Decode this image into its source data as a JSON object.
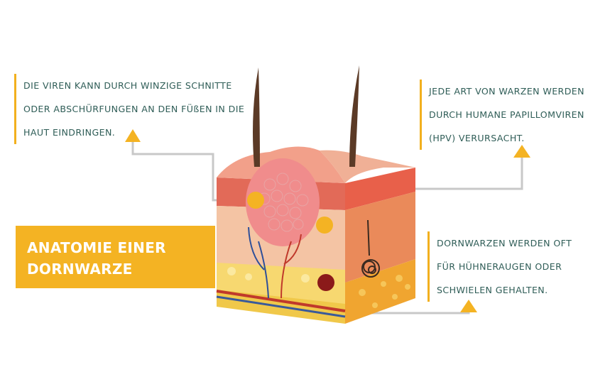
{
  "banner": {
    "lines": [
      "ANATOMIE EINER",
      "DORNWARZE"
    ]
  },
  "callouts": {
    "top_left": {
      "lines": [
        "DIE VIREN KANN DURCH WINZIGE SCHNITTE",
        "ODER ABSCHÜRFUNGEN AN DEN FÜßEN IN DIE",
        "HAUT EINDRINGEN."
      ]
    },
    "top_right": {
      "lines": [
        "JEDE ART VON WARZEN WERDEN",
        "DURCH HUMANE PAPILLOMVIREN",
        "(HPV) VERURSACHT."
      ]
    },
    "bottom_right": {
      "lines": [
        "DORNWARZEN WERDEN OFT",
        "FÜR HÜHNERAUGEN ODER",
        "SCHWIELEN GEHALTEN."
      ]
    }
  },
  "colors": {
    "accent_yellow": "#f4b323",
    "text_teal": "#2f5d57",
    "connector_gray": "#c8c8c8",
    "marker_dark_red": "#8b1a1a"
  },
  "icons": [
    "triangle-arrow-icon",
    "hair-icon",
    "vein-icon",
    "sweat-gland-icon"
  ]
}
